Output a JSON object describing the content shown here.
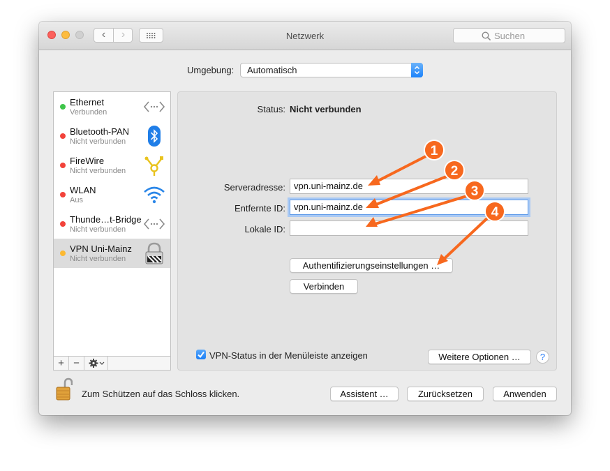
{
  "window": {
    "title": "Netzwerk",
    "search_placeholder": "Suchen",
    "nav_back": "‹",
    "nav_forward": "›"
  },
  "location": {
    "label": "Umgebung:",
    "value": "Automatisch"
  },
  "services": [
    {
      "name": "Ethernet",
      "status": "Verbunden",
      "dot_color": "#3ec54a",
      "icon": "ethernet-arrows-icon"
    },
    {
      "name": "Bluetooth-PAN",
      "status": "Nicht verbunden",
      "dot_color": "#f2423a",
      "icon": "bluetooth-icon"
    },
    {
      "name": "FireWire",
      "status": "Nicht verbunden",
      "dot_color": "#f2423a",
      "icon": "firewire-icon"
    },
    {
      "name": "WLAN",
      "status": "Aus",
      "dot_color": "#f2423a",
      "icon": "wifi-icon"
    },
    {
      "name": "Thunde…t-Bridge",
      "status": "Nicht verbunden",
      "dot_color": "#f2423a",
      "icon": "thunderbolt-bridge-arrows-icon"
    },
    {
      "name": "VPN Uni-Mainz",
      "status": "Nicht verbunden",
      "dot_color": "#fcb932",
      "icon": "vpn-lock-icon"
    }
  ],
  "sidebar_tools": {
    "add": "+",
    "remove": "−"
  },
  "detail": {
    "status_label": "Status:",
    "status_value": "Nicht verbunden",
    "server_label": "Serveradresse:",
    "server_value": "vpn.uni-mainz.de",
    "remote_id_label": "Entfernte ID:",
    "remote_id_value": "vpn.uni-mainz.de",
    "local_id_label": "Lokale ID:",
    "local_id_value": "",
    "auth_button": "Authentifizierungseinstellungen …",
    "connect_button": "Verbinden",
    "show_status_checkbox": "VPN-Status in der Menüleiste anzeigen",
    "show_status_checked": true,
    "advanced_button": "Weitere Optionen …",
    "help": "?"
  },
  "footer": {
    "lock_text": "Zum Schützen auf das Schloss klicken.",
    "assistant_button": "Assistent …",
    "revert_button": "Zurücksetzen",
    "apply_button": "Anwenden"
  },
  "annotations": {
    "color": "#f7681e",
    "markers": [
      "1",
      "2",
      "3",
      "4"
    ]
  }
}
